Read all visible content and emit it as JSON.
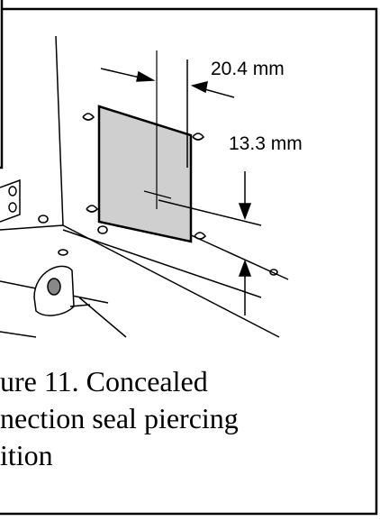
{
  "figure": {
    "dimension_width": "20.4 mm",
    "dimension_height": "13.3 mm",
    "caption_lines": [
      "ure 11. Concealed",
      "nection seal piercing",
      "ition"
    ]
  },
  "colors": {
    "seal_fill": "#cfcfcf",
    "line": "#000000",
    "background": "#ffffff"
  }
}
